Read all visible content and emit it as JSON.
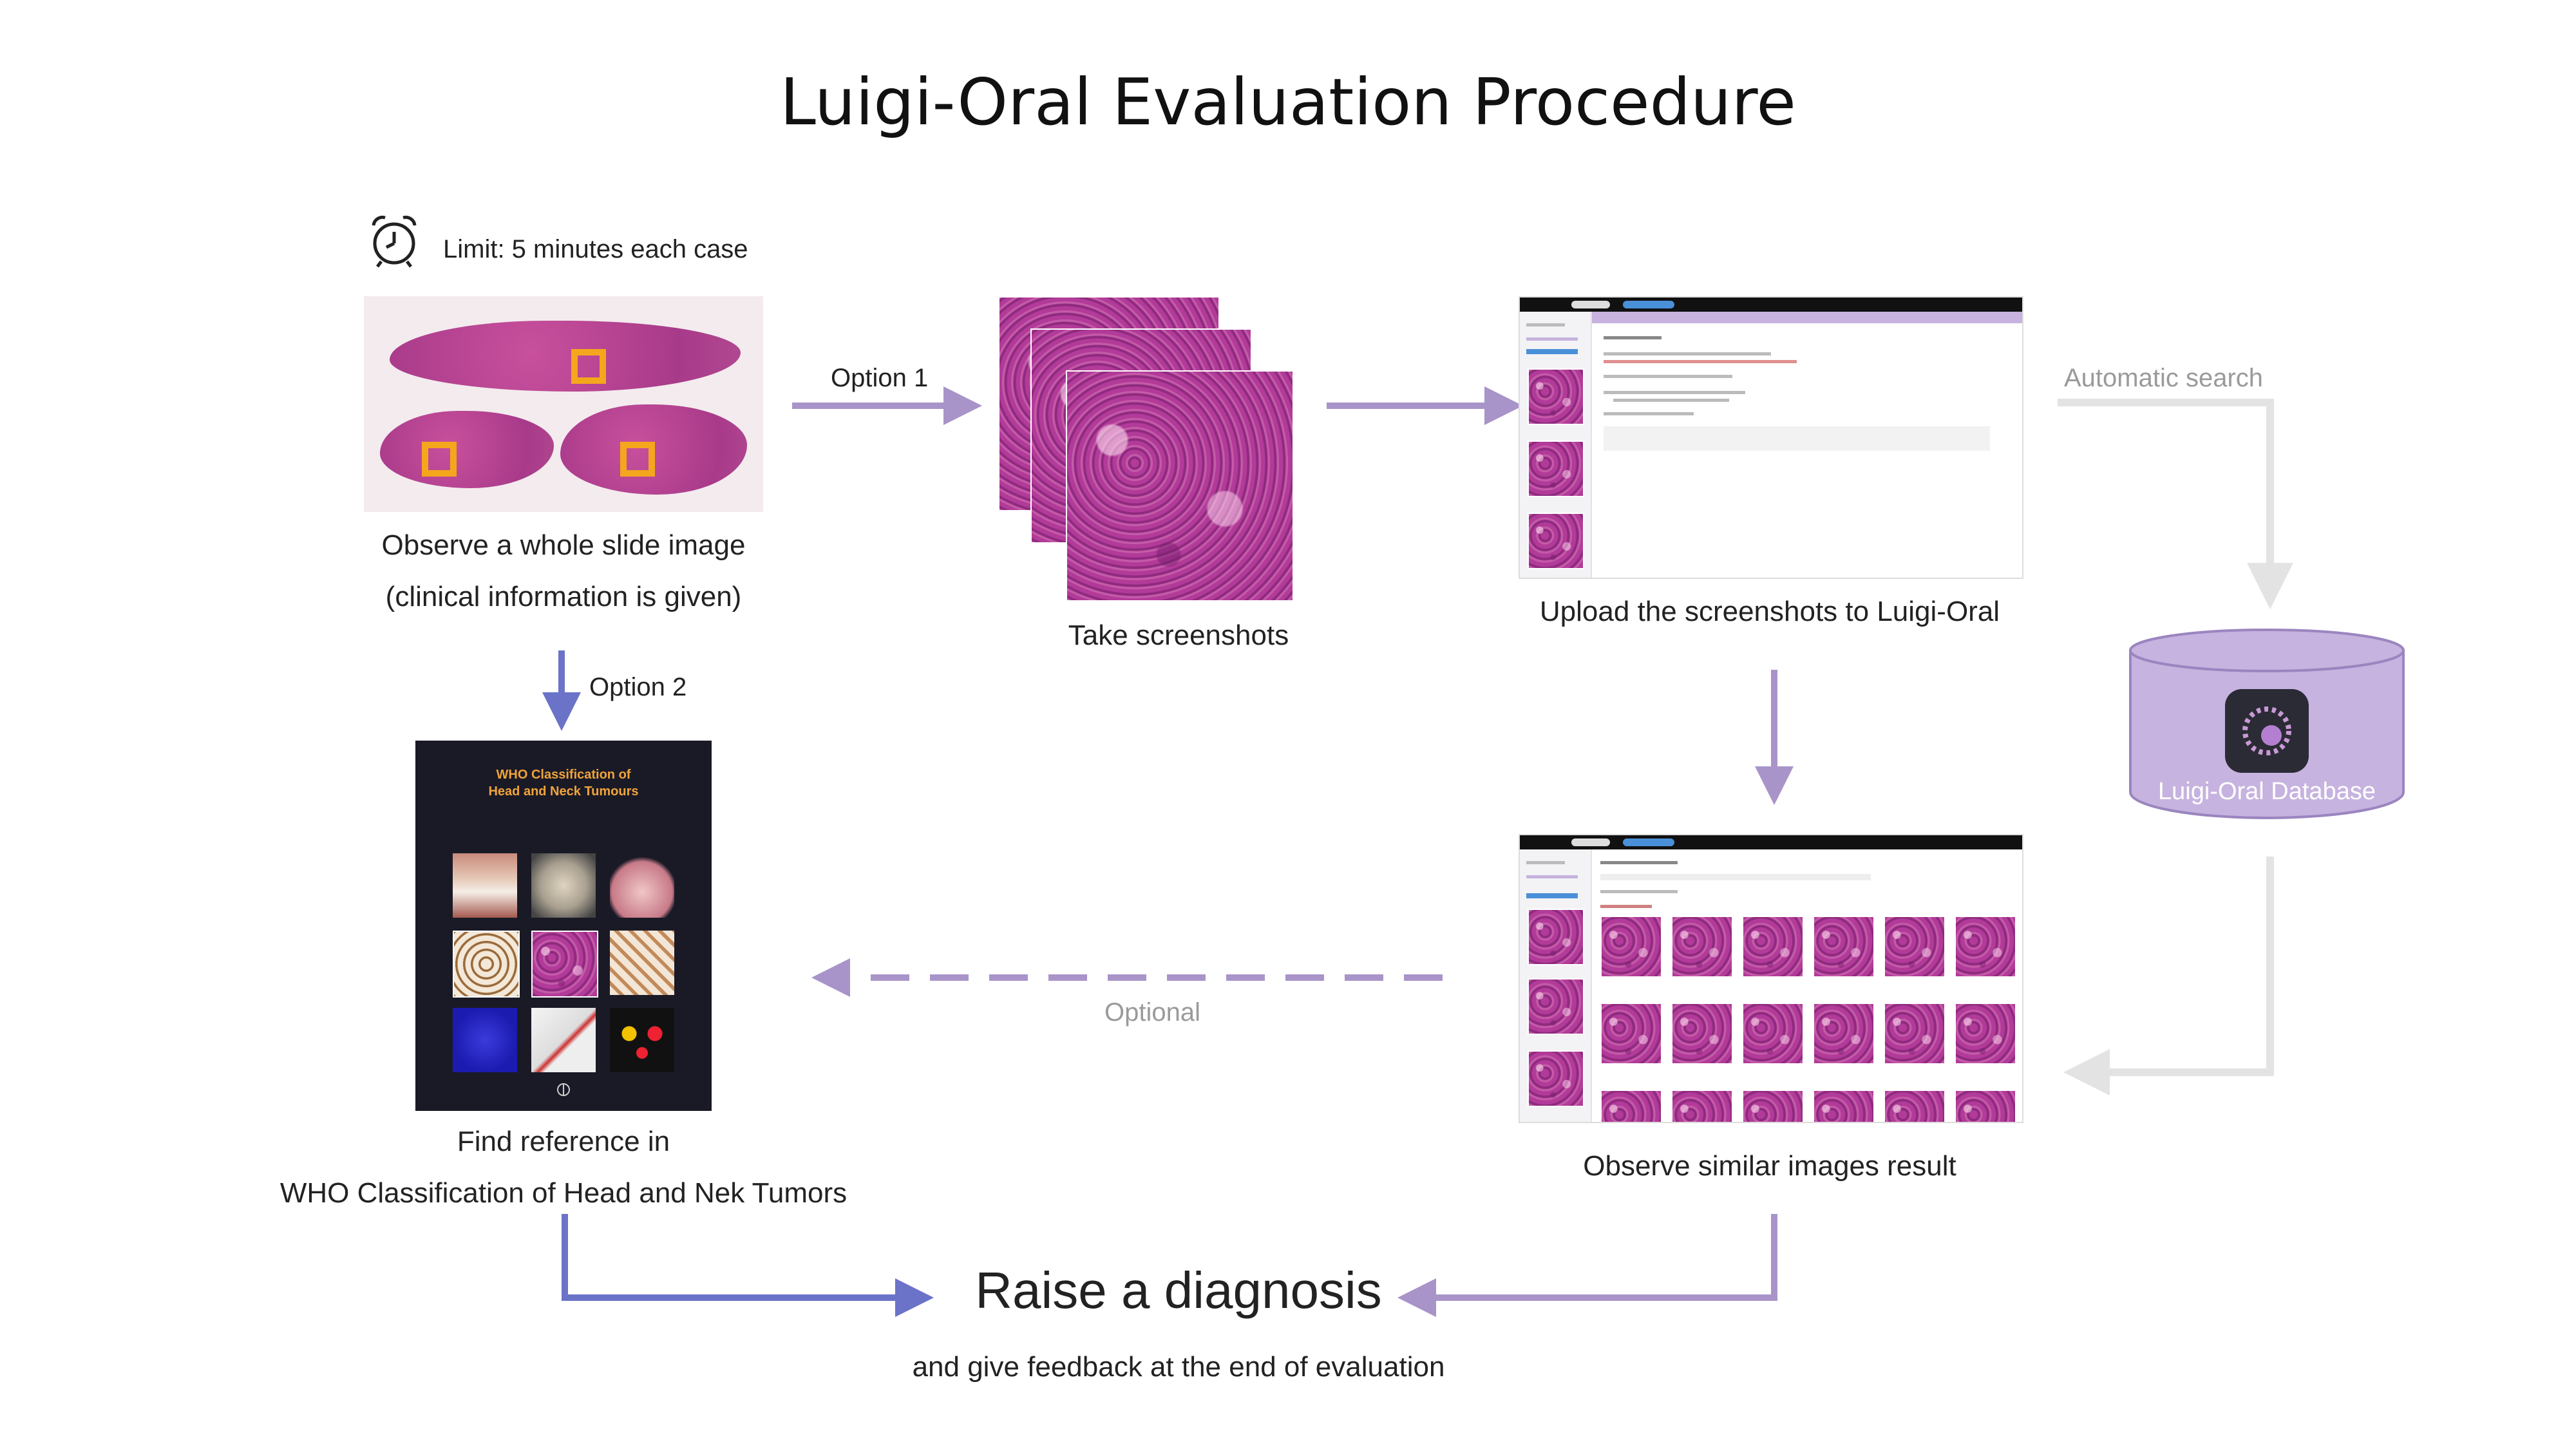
{
  "title": "Luigi-Oral Evaluation Procedure",
  "limit_text": "Limit: 5 minutes each case",
  "steps": {
    "observe_line1": "Observe a whole slide image",
    "observe_line2": "(clinical information is given)",
    "screenshots": "Take screenshots",
    "upload": "Upload the screenshots to Luigi-Oral",
    "similar": "Observe similar images result",
    "reference_line1": "Find reference in",
    "reference_line2": "WHO Classification of Head and Nek Tumors",
    "diagnosis": "Raise a diagnosis",
    "feedback": "and give feedback at the end of evaluation"
  },
  "edge_labels": {
    "option1": "Option 1",
    "option2": "Option 2",
    "automatic": "Automatic search",
    "optional": "Optional"
  },
  "database_label": "Luigi-Oral Database",
  "book": {
    "title_line1": "WHO Classification of",
    "title_line2": "Head and Neck Tumours"
  },
  "colors": {
    "blue_arrow": "#6b73c9",
    "purple_arrow": "#a894c9",
    "grey_arrow": "#e3e3e3",
    "database_fill": "#c6b3df",
    "roi_orange": "#f4a71c",
    "tissue_pink": "#b8449a"
  },
  "icons": [
    "alarm-clock-icon",
    "luigi-app-icon",
    "database-cylinder-icon"
  ]
}
